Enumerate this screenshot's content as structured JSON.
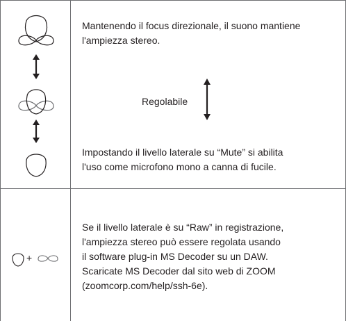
{
  "rows": [
    {
      "top_text": "Mantenendo il focus direzionale, il suono mantiene\nl'ampiezza stereo.",
      "middle_label": "Regolabile",
      "bottom_text": "Impostando il livello laterale su “Mute” si abilita\nl'uso come microfono mono a canna di fucile.",
      "diagram_icons": [
        "figure-eight-with-large-cardioid-icon",
        "up-down-arrow-icon",
        "figure-eight-with-small-cardioid-icon",
        "up-down-arrow-icon",
        "mono-cardioid-icon"
      ]
    },
    {
      "text": "Se il livello laterale è su “Raw” in registrazione,\nl'ampiezza stereo può essere regolata usando\nil software plug-in MS Decoder su un DAW.\nScaricate MS Decoder dal sito web di ZOOM\n(zoomcorp.com/help/ssh-6e).",
      "plus_sign": "+",
      "diagram_icons": [
        "mid-cardioid-icon",
        "plus-icon",
        "side-figure-eight-icon"
      ]
    }
  ],
  "colors": {
    "border": "#6d6e71",
    "text": "#231f20",
    "lobe_fill": "#ffffff"
  }
}
